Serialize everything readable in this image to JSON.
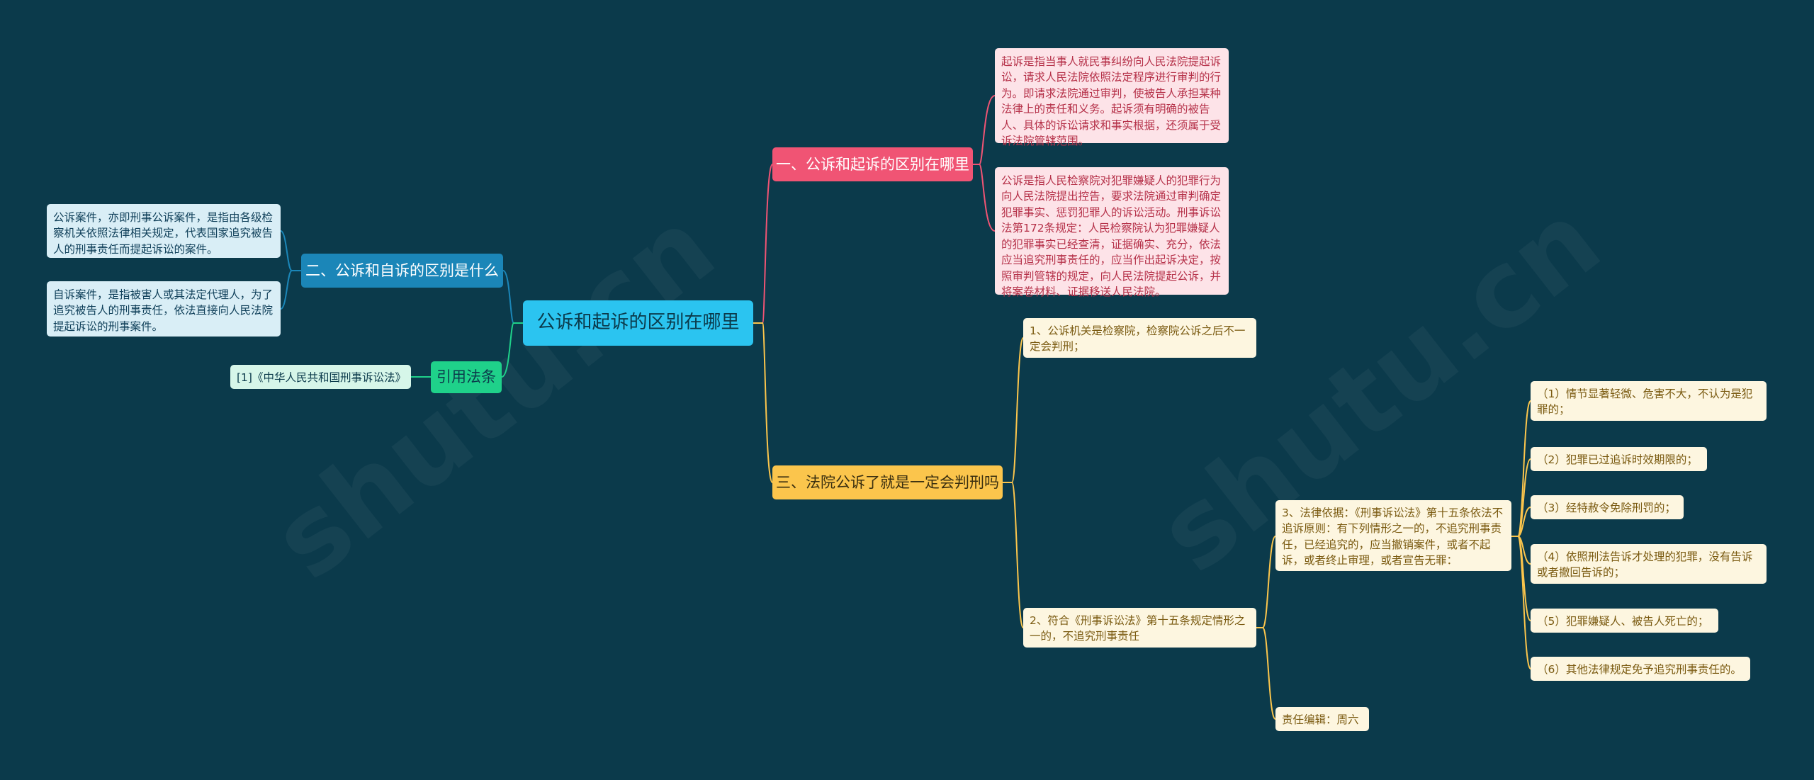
{
  "center": {
    "label": "公诉和起诉的区别在哪里"
  },
  "branch1": {
    "label": "一、公诉和起诉的区别在哪里",
    "leaves": [
      "起诉是指当事人就民事纠纷向人民法院提起诉讼，请求人民法院依照法定程序进行审判的行为。即请求法院通过审判，使被告人承担某种法律上的责任和义务。起诉须有明确的被告人、具体的诉讼请求和事实根据，还须属于受诉法院管辖范围。",
      "公诉是指人民检察院对犯罪嫌疑人的犯罪行为向人民法院提出控告，要求法院通过审判确定犯罪事实、惩罚犯罪人的诉讼活动。刑事诉讼法第172条规定：人民检察院认为犯罪嫌疑人的犯罪事实已经查清，证据确实、充分，依法应当追究刑事责任的，应当作出起诉决定，按照审判管辖的规定，向人民法院提起公诉，并将案卷材料、证据移送人民法院。"
    ]
  },
  "branch2": {
    "label": "二、公诉和自诉的区别是什么",
    "leaves": [
      "公诉案件，亦即刑事公诉案件，是指由各级检察机关依照法律相关规定，代表国家追究被告人的刑事责任而提起诉讼的案件。",
      "自诉案件，是指被害人或其法定代理人，为了追究被告人的刑事责任，依法直接向人民法院提起诉讼的刑事案件。"
    ]
  },
  "branch3": {
    "label": "三、法院公诉了就是一定会判刑吗",
    "leaf1": "1、公诉机关是检察院，检察院公诉之后不一定会判刑；",
    "leaf2": "2、符合《刑事诉讼法》第十五条规定情形之一的，不追究刑事责任",
    "sub": "3、法律依据：《刑事诉讼法》第十五条依法不追诉原则：有下列情形之一的，不追究刑事责任，已经追究的，应当撤销案件，或者不起诉，或者终止审理，或者宣告无罪：",
    "editor": "责任编辑：周六",
    "items": [
      "（1）情节显著轻微、危害不大，不认为是犯罪的；",
      "（2）犯罪已过追诉时效期限的；",
      "（3）经特赦令免除刑罚的；",
      "（4）依照刑法告诉才处理的犯罪，没有告诉或者撤回告诉的；",
      "（5）犯罪嫌疑人、被告人死亡的；",
      "（6）其他法律规定免予追究刑事责任的。"
    ]
  },
  "branch4": {
    "label": "引用法条",
    "leaves": [
      "[1]《中华人民共和国刑事诉讼法》"
    ]
  },
  "colors": {
    "background": "#0b3a4b",
    "center": "#2bc4f0",
    "branch1": "#f05474",
    "branch2": "#1b86b8",
    "branch3": "#fbc54c",
    "branch4": "#1fd18a"
  }
}
